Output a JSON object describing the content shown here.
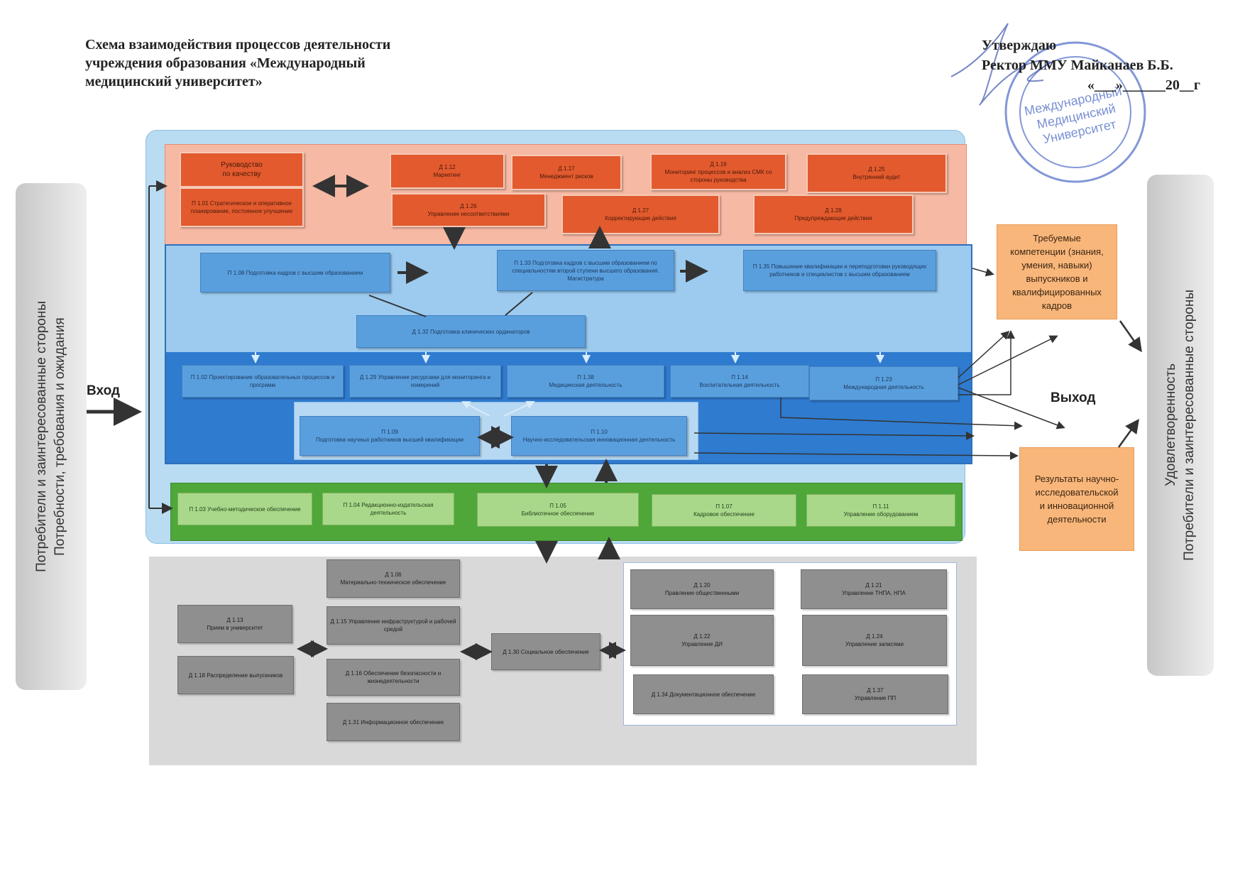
{
  "header": {
    "title_lines": [
      "Схема взаимодействия процессов деятельности",
      "учреждения образования «Международный",
      "медицинский университет»"
    ],
    "approve_lines": [
      "Утверждаю",
      "Ректор ММУ Майканаев Б.Б.",
      "«___»______20__г"
    ]
  },
  "stamp": {
    "text_lines": [
      "Международный",
      "Медицинский",
      "Университет"
    ]
  },
  "sidebars": {
    "left": [
      "Потребители и заинтересованные стороны",
      "Потребности, требования и ожидания"
    ],
    "right": [
      "Удовлетворенность",
      "Потребители и заинтересованные стороны"
    ]
  },
  "labels": {
    "input": "Вход",
    "output": "Выход"
  },
  "management": {
    "main_title_lines": [
      "Руководство",
      "по качеству"
    ],
    "main_sub": "П 1.01 Стратегическое и оперативное планирование, постоянное улучшение",
    "items": [
      {
        "code": "Д 1.12",
        "label": "Маркетинг"
      },
      {
        "code": "Д 1.17",
        "label": "Менеджмент рисков"
      },
      {
        "code": "Д 1.19",
        "label": "Мониторинг процессов и анализ СМК со стороны руководства"
      },
      {
        "code": "Д 1.25",
        "label": "Внутренний аудит"
      },
      {
        "code": "Д 1.26",
        "label": "Управление несоответствиями"
      },
      {
        "code": "Д 1.27",
        "label": "Корректирующие действия"
      },
      {
        "code": "Д 1.28",
        "label": "Предупреждающие действия"
      }
    ]
  },
  "education": {
    "training": [
      "П 1.08 Подготовка кадров с высшим образованием",
      "П 1.33 Подготовка кадров с высшим образованием по специальностям второй ступени высшего образования. Магистратура",
      "П 1.35 Повышение квалификации и переподготовки руководящих работников и специалистов с высшим образованием"
    ],
    "residency": "Д 1.32 Подготовка клинических ординаторов",
    "core": [
      {
        "code": "П 1.02",
        "label": "Проектирование образовательных процессов и программ"
      },
      {
        "code": "Д 1.29",
        "label": "Управление ресурсами для мониторинга и измерений"
      },
      {
        "code": "П 1.38",
        "label": "Медицинская деятельность"
      },
      {
        "code": "П 1.14",
        "label": "Воспитательная деятельность"
      },
      {
        "code": "П 1.23",
        "label": "Международная деятельность"
      }
    ],
    "research": [
      {
        "code": "П 1.09",
        "label": "Подготовка научных работников высшей квалификации"
      },
      {
        "code": "П 1.10",
        "label": "Научно-исследовательская инновационная деятельность"
      }
    ]
  },
  "support": [
    {
      "code": "П 1.03",
      "label": "Учебно-методическое обеспечение"
    },
    {
      "code": "П 1.04",
      "label": "Редакционно-издательская деятельность"
    },
    {
      "code": "П 1.05",
      "label": "Библиотечное обеспечение"
    },
    {
      "code": "П 1.07",
      "label": "Кадровое обеспечение"
    },
    {
      "code": "П 1.11",
      "label": "Управление оборудованием"
    }
  ],
  "auxiliary": {
    "left": [
      {
        "code": "Д 1.13",
        "label": "Прием в университет"
      },
      {
        "code": "Д 1.18",
        "label": "Распределение выпускников"
      }
    ],
    "middle": [
      {
        "code": "Д 1.06",
        "label": "Материально-техническое обеспечение"
      },
      {
        "code": "Д 1.15",
        "label": "Управление инфраструктурой и рабочей средой"
      },
      {
        "code": "Д 1.16",
        "label": "Обеспечение безопасности и жизнедеятельности"
      },
      {
        "code": "Д 1.31",
        "label": "Информационное обеспечение"
      }
    ],
    "social": {
      "code": "Д 1.30",
      "label": "Социальное обеспечение"
    },
    "right": [
      {
        "code": "Д 1.20",
        "label": "Правление общественными"
      },
      {
        "code": "Д 1.21",
        "label": "Управление ТНПА, НПА"
      },
      {
        "code": "Д 1.22",
        "label": "Управление ДИ"
      },
      {
        "code": "Д 1.24",
        "label": "Управление записями"
      },
      {
        "code": "Д 1.34",
        "label": "Документационное обеспечение"
      },
      {
        "code": "Д 1.37",
        "label": "Управление ПП"
      }
    ]
  },
  "outputs": {
    "competencies": [
      "Требуемые",
      "компетенции (знания,",
      "умения, навыки)",
      "выпускников и",
      "квалифицированных",
      "кадров"
    ],
    "research_results": [
      "Результаты научно-",
      "исследовательской",
      "и инновационной",
      "деятельности"
    ]
  }
}
